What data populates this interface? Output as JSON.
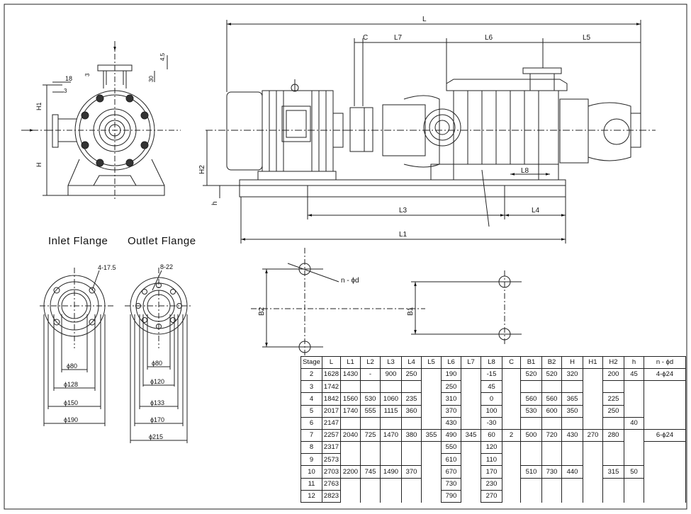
{
  "dims": {
    "L": "L",
    "C": "C",
    "L7": "L7",
    "L6": "L6",
    "L5": "L5",
    "L8": "L8",
    "L3": "L3",
    "L4": "L4",
    "L1": "L1",
    "H1": "H1",
    "H": "H",
    "H2": "H2",
    "h": "h",
    "d18": "18",
    "d3": "3",
    "d45": "4.5",
    "d3b": "3",
    "d30": "30",
    "B1": "B1",
    "B2": "B2",
    "nd": "n - ϕd"
  },
  "flanges": {
    "inlet_title": "Inlet Flange",
    "outlet_title": "Outlet Flange",
    "inlet_holes": "4-17.5",
    "outlet_holes": "8-22",
    "inlet_dims": [
      "ϕ80",
      "ϕ128",
      "ϕ150",
      "ϕ190"
    ],
    "outlet_dims": [
      "ϕ80",
      "ϕ120",
      "ϕ133",
      "ϕ170",
      "ϕ215"
    ]
  },
  "table": {
    "headers": [
      "Stage",
      "L",
      "L1",
      "L2",
      "L3",
      "L4",
      "L5",
      "L6",
      "L7",
      "L8",
      "C",
      "B1",
      "B2",
      "H",
      "H1",
      "H2",
      "h",
      "n - ϕd"
    ],
    "rows": [
      [
        "2",
        "1628",
        "1430",
        "-",
        "900",
        "250",
        "",
        "190",
        "",
        "-15",
        "",
        "520",
        "520",
        "320",
        "",
        "200",
        "45",
        "4-ϕ24"
      ],
      [
        "3",
        "1742",
        "",
        "",
        "",
        "",
        "",
        "250",
        "",
        "45",
        "",
        "",
        "",
        "",
        "",
        "",
        "",
        ""
      ],
      [
        "4",
        "1842",
        "1560",
        "530",
        "1060",
        "235",
        "",
        "310",
        "",
        "0",
        "",
        "560",
        "560",
        "365",
        "",
        "225",
        "",
        ""
      ],
      [
        "5",
        "2017",
        "1740",
        "555",
        "1115",
        "360",
        "",
        "370",
        "",
        "100",
        "",
        "530",
        "600",
        "350",
        "",
        "250",
        "",
        ""
      ],
      [
        "6",
        "2147",
        "",
        "",
        "",
        "",
        "",
        "430",
        "",
        "-30",
        "",
        "",
        "",
        "",
        "",
        "",
        "40",
        ""
      ],
      [
        "7",
        "2257",
        "2040",
        "725",
        "1470",
        "380",
        "355",
        "490",
        "345",
        "60",
        "2",
        "500",
        "720",
        "430",
        "270",
        "280",
        "",
        "6-ϕ24"
      ],
      [
        "8",
        "2317",
        "",
        "",
        "",
        "",
        "",
        "550",
        "",
        "120",
        "",
        "",
        "",
        "",
        "",
        "",
        "",
        ""
      ],
      [
        "9",
        "2573",
        "",
        "",
        "",
        "",
        "",
        "610",
        "",
        "110",
        "",
        "",
        "",
        "",
        "",
        "",
        "",
        ""
      ],
      [
        "10",
        "2703",
        "2200",
        "745",
        "1490",
        "370",
        "",
        "670",
        "",
        "170",
        "",
        "510",
        "730",
        "440",
        "",
        "315",
        "50",
        ""
      ],
      [
        "11",
        "2763",
        "",
        "",
        "",
        "",
        "",
        "730",
        "",
        "230",
        "",
        "",
        "",
        "",
        "",
        "",
        "",
        ""
      ],
      [
        "12",
        "2823",
        "",
        "",
        "",
        "",
        "",
        "790",
        "",
        "270",
        "",
        "",
        "",
        "",
        "",
        "",
        "",
        ""
      ]
    ]
  }
}
